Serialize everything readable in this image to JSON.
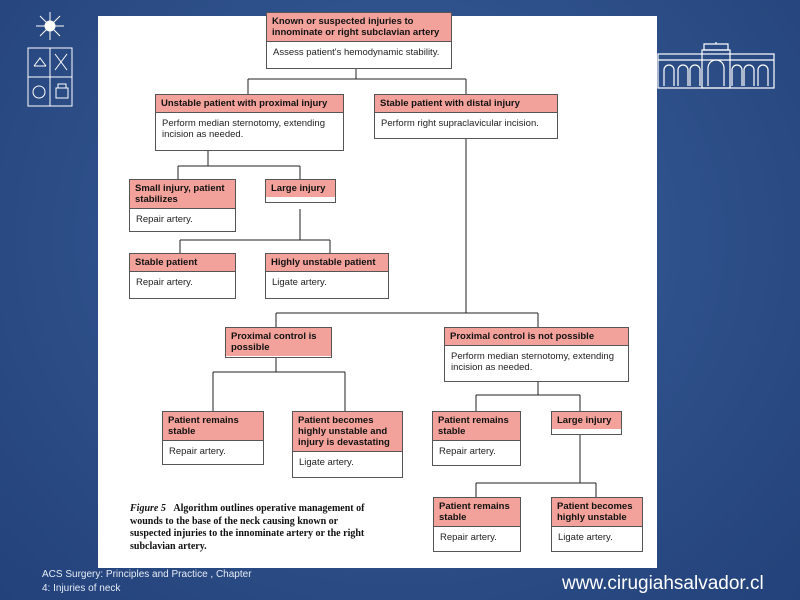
{
  "diagram": {
    "root": {
      "title": "Known or suspected injuries to innominate or right subclavian artery",
      "body": "Assess patient's hemodynamic stability."
    },
    "unstable_proximal": {
      "title": "Unstable patient with proximal injury",
      "body": "Perform median sternotomy, extending incision as needed."
    },
    "stable_distal": {
      "title": "Stable patient with distal injury",
      "body": "Perform right supraclavicular incision."
    },
    "small_injury": {
      "title": "Small injury, patient stabilizes",
      "body": "Repair artery."
    },
    "large_injury_1": {
      "title": "Large injury",
      "body": ""
    },
    "stable_patient": {
      "title": "Stable patient",
      "body": "Repair artery."
    },
    "highly_unstable": {
      "title": "Highly unstable patient",
      "body": "Ligate artery."
    },
    "proximal_possible": {
      "title": "Proximal control is possible",
      "body": ""
    },
    "proximal_not_possible": {
      "title": "Proximal control is not possible",
      "body": "Perform median sternotomy, extending incision as needed."
    },
    "remains_stable_1": {
      "title": "Patient remains stable",
      "body": "Repair artery."
    },
    "becomes_unstable_devastating": {
      "title": "Patient becomes highly unstable and injury is devastating",
      "body": "Ligate artery."
    },
    "remains_stable_2": {
      "title": "Patient remains stable",
      "body": "Repair artery."
    },
    "large_injury_2": {
      "title": "Large injury",
      "body": ""
    },
    "remains_stable_3": {
      "title": "Patient remains stable",
      "body": "Repair artery."
    },
    "becomes_unstable_2": {
      "title": "Patient becomes highly unstable",
      "body": "Ligate artery."
    }
  },
  "caption": {
    "figure_label": "Figure 5",
    "text": "Algorithm outlines operative management of wounds to the base of the neck causing known or suspected injuries to the innominate artery or the right subclavian artery."
  },
  "footer": {
    "source_line1": "ACS Surgery: Principles and Practice , Chapter",
    "source_line2": "4: Injuries of neck",
    "website": "www.cirugiahsalvador.cl"
  },
  "colors": {
    "background": "#2f5189",
    "header_fill": "#f2a29a",
    "panel": "#ffffff"
  }
}
